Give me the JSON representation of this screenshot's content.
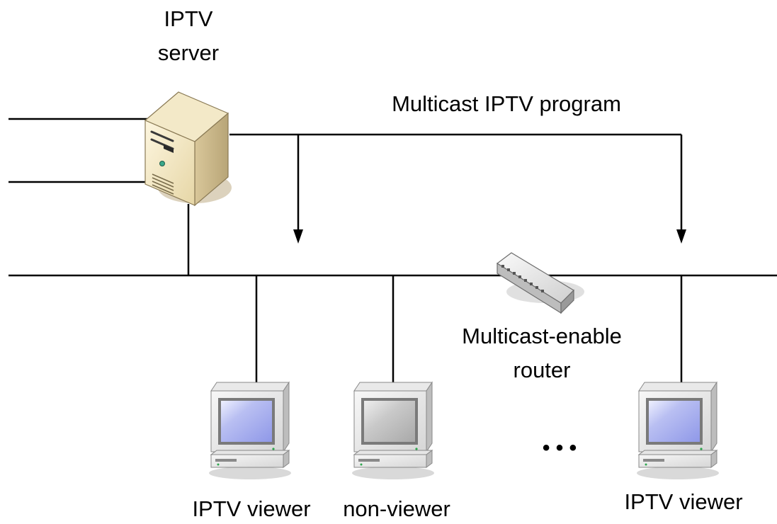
{
  "server": {
    "title_line1": "IPTV",
    "title_line2": "server",
    "icon": "server-tower-icon"
  },
  "multicast_label": "Multicast IPTV program",
  "router": {
    "label_line1": "Multicast-enable",
    "label_line2": "router",
    "icon": "router-icon"
  },
  "clients": [
    {
      "label": "IPTV viewer",
      "screen_color": "#b9bff2",
      "icon": "desktop-computer-icon"
    },
    {
      "label": "non-viewer",
      "screen_color": "#c4c4c4",
      "icon": "desktop-computer-icon"
    },
    {
      "label": "IPTV viewer",
      "screen_color": "#b9bff2",
      "icon": "desktop-computer-icon"
    }
  ],
  "ellipsis": "• • •"
}
